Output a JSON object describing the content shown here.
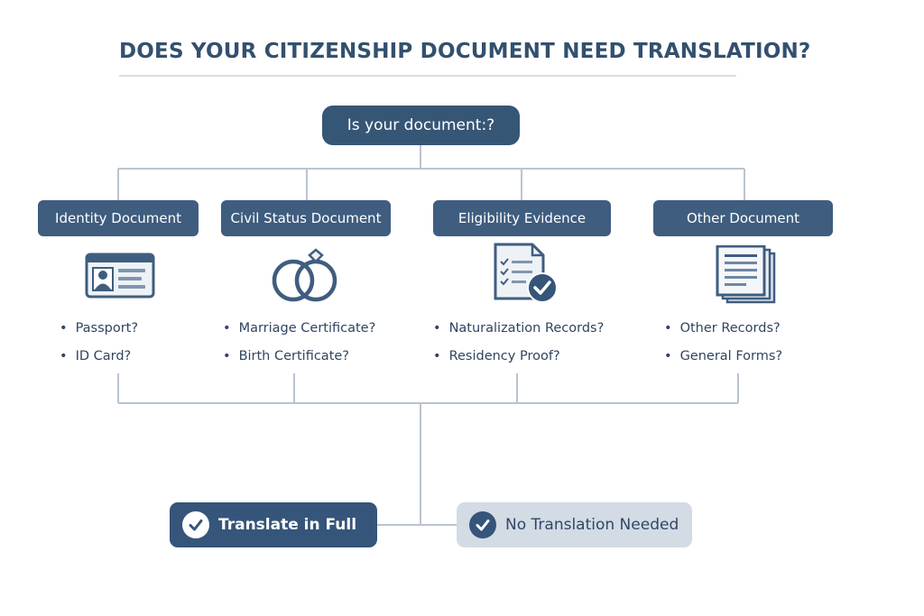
{
  "title": "DOES YOUR CITIZENSHIP DOCUMENT NEED TRANSLATION?",
  "root_question": "Is your document:?",
  "categories": [
    {
      "label": "Identity Document",
      "icon": "id-card-icon",
      "items": [
        "Passport?",
        "ID Card?"
      ]
    },
    {
      "label": "Civil Status Document",
      "icon": "wedding-rings-icon",
      "items": [
        "Marriage Certificate?",
        "Birth Certificate?"
      ]
    },
    {
      "label": "Eligibility Evidence",
      "icon": "checklist-document-icon",
      "items": [
        "Naturalization Records?",
        "Residency Proof?"
      ]
    },
    {
      "label": "Other Document",
      "icon": "stacked-documents-icon",
      "items": [
        "Other Records?",
        "General Forms?"
      ]
    }
  ],
  "outcomes": [
    {
      "label": "Translate in Full",
      "icon": "check-circle-icon"
    },
    {
      "label": "No Translation Needed",
      "icon": "check-circle-icon"
    }
  ],
  "colors": {
    "primary": "#3f5d7f",
    "dark": "#35557a",
    "light": "#d3dbe5",
    "connector": "#b9c4d1",
    "title": "#33506f"
  }
}
